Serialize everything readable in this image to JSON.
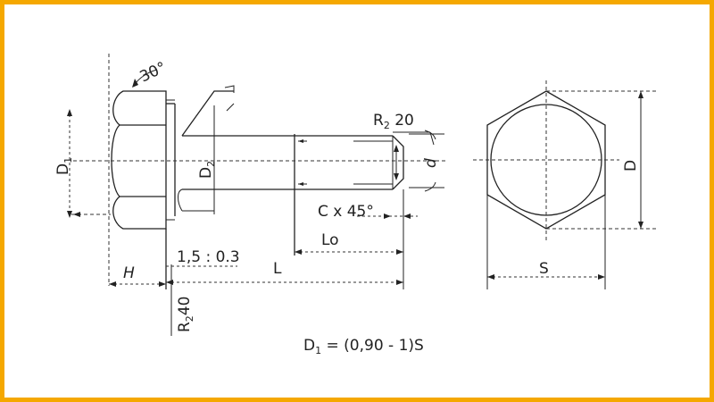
{
  "diagram": {
    "frame_color": "#f5a800",
    "labels": {
      "angle": "30°",
      "d1": "D",
      "d1_sub": "1",
      "d2": "D",
      "d2_sub": "2",
      "h": "H",
      "ratio": "1,5 : 0.3",
      "l": "L",
      "lo": "Lo",
      "r20": "R",
      "r20_sub": "2",
      "r20_val": " 20",
      "r40": "R",
      "r40_sub": "2",
      "r40_val": "40",
      "d_small": "d",
      "chamfer": "C x 45°",
      "d": "D",
      "s": "S",
      "formula_lead": "D",
      "formula_sub": "1",
      "formula_rest": " = (0,90 - 1)S"
    }
  }
}
